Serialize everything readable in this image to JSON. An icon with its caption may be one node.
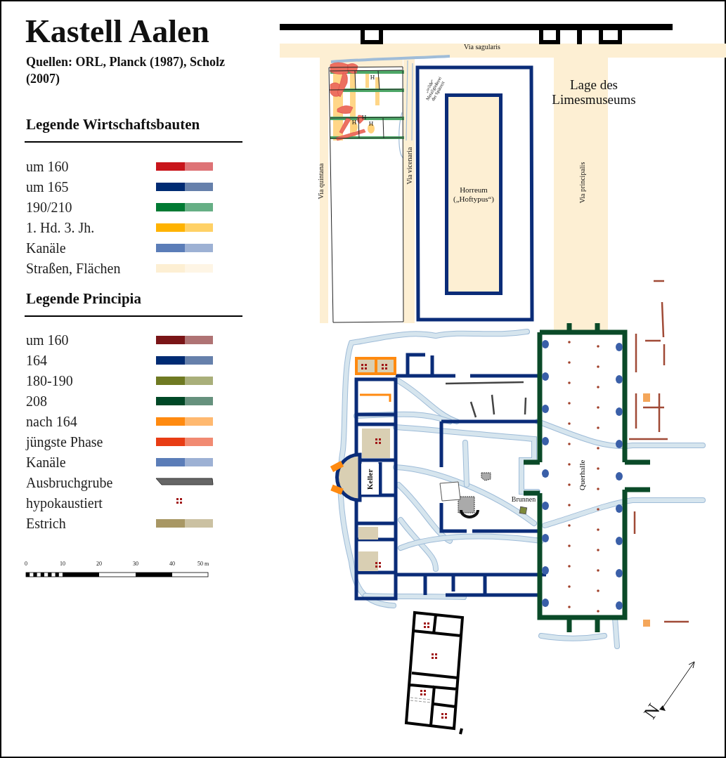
{
  "diagram": {
    "title": "Kastell Aalen",
    "caption": "Quellen: ORL, Planck (1987), Scholz (2007)",
    "nodes": [
      {
        "text": [
          "Horreum („Hoftypus“)"
        ]
      },
      {
        "text": [
          "Keller"
        ]
      },
      {
        "text": [
          "Querhalle"
        ]
      }
    ],
    "labels": [
      "Legende Wirtschaftsbauten",
      "Legende Principia",
      "Via sagularis",
      "„wilde“ Metallgießerei der Spätzeit",
      "Lage des Limesmuseums",
      "H",
      "H",
      "H",
      "H",
      "Via quintana",
      "Via vicenaria",
      "Via principalis",
      "Brunnen",
      "0",
      "10",
      "20",
      "30",
      "40",
      "50 m",
      "N"
    ],
    "legend": [
      {
        "text": "um 160",
        "color": "#c8151b"
      },
      {
        "text": "um 165",
        "color": "#002b73"
      },
      {
        "text": "190/210",
        "color": "#007a33"
      },
      {
        "text": "1. Hd. 3. Jh.",
        "color": "#ffb300"
      },
      {
        "text": "Kanäle",
        "color": "#5b7db8"
      },
      {
        "text": "Straßen, Flächen",
        "color": "#fdefd3"
      },
      {
        "text": "um 160",
        "color": "#7a1517"
      },
      {
        "text": "164",
        "color": "#002b73"
      },
      {
        "text": "180-190",
        "color": "#6f7a22"
      },
      {
        "text": "208",
        "color": "#004826"
      },
      {
        "text": "nach 164",
        "color": "#ff8a10"
      },
      {
        "text": "jüngste Phase",
        "color": "#e83c14"
      },
      {
        "text": "Kanäle",
        "color": "#5b7db8"
      },
      {
        "text": "Ausbruchgrube"
      },
      {
        "text": "hypokaustiert"
      },
      {
        "text": "Estrich",
        "color": "#a89764"
      }
    ]
  }
}
